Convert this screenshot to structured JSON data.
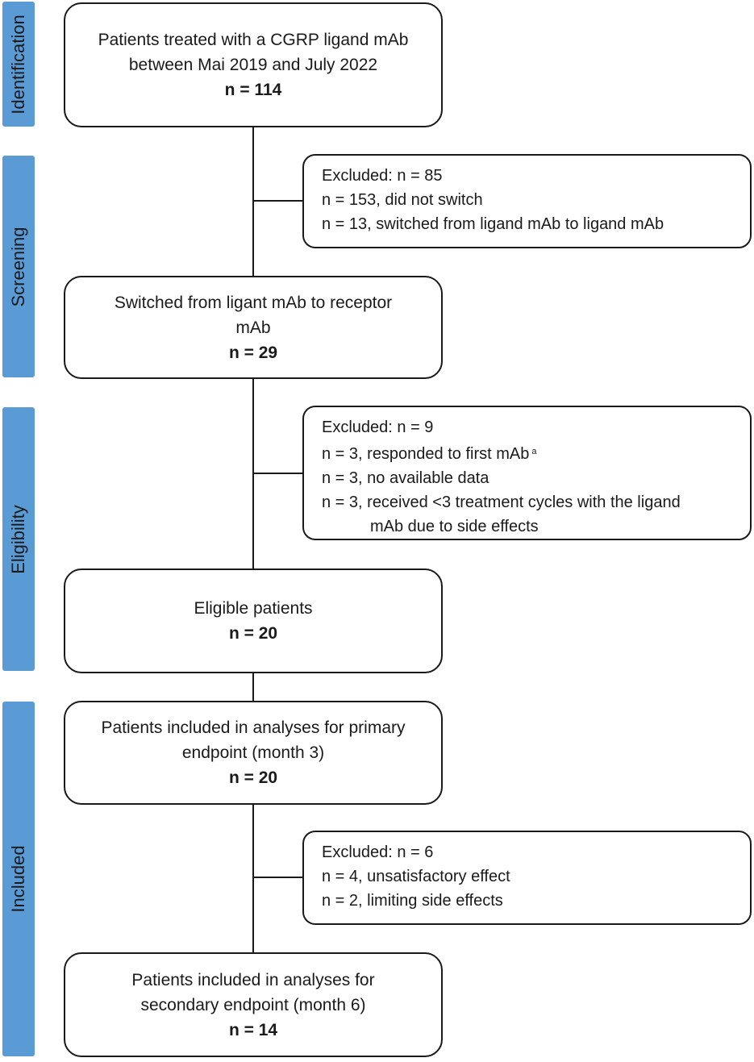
{
  "phases": {
    "identification": "Identification",
    "screening": "Screening",
    "eligibility": "Eligibility",
    "included": "Included"
  },
  "boxes": {
    "identified": {
      "line1": "Patients treated with a CGRP ligand mAb",
      "line2": "between Mai 2019 and July 2022",
      "count": "n = 114"
    },
    "excluded_screening": {
      "title": "Excluded: n = 85",
      "items": [
        "n = 153, did not switch",
        "n = 13, switched from ligand mAb to ligand mAb"
      ]
    },
    "switched": {
      "line1": "Switched from ligant mAb to receptor",
      "line2": "mAb",
      "count": "n = 29"
    },
    "excluded_eligibility": {
      "title": "Excluded: n = 9",
      "items": [
        "n = 3, responded  to first mAb",
        "n = 3, no available data",
        "n = 3, received <3 treatment cycles with the ligand",
        "mAb due to side effects"
      ],
      "footnote_marker": "a"
    },
    "eligible": {
      "line1": "Eligible patients",
      "count": "n = 20"
    },
    "primary": {
      "line1": "Patients included in analyses for primary",
      "line2": "endpoint (month 3)",
      "count": "n = 20"
    },
    "excluded_included": {
      "title": "Excluded: n = 6",
      "items": [
        "n = 4, unsatisfactory  effect",
        "n = 2, limiting side effects"
      ]
    },
    "secondary": {
      "line1": "Patients included in analyses for",
      "line2": "secondary endpoint (month 6)",
      "count": "n = 14"
    }
  },
  "colors": {
    "phase_bar": "#5b9bd5",
    "border": "#1a1a1a"
  }
}
